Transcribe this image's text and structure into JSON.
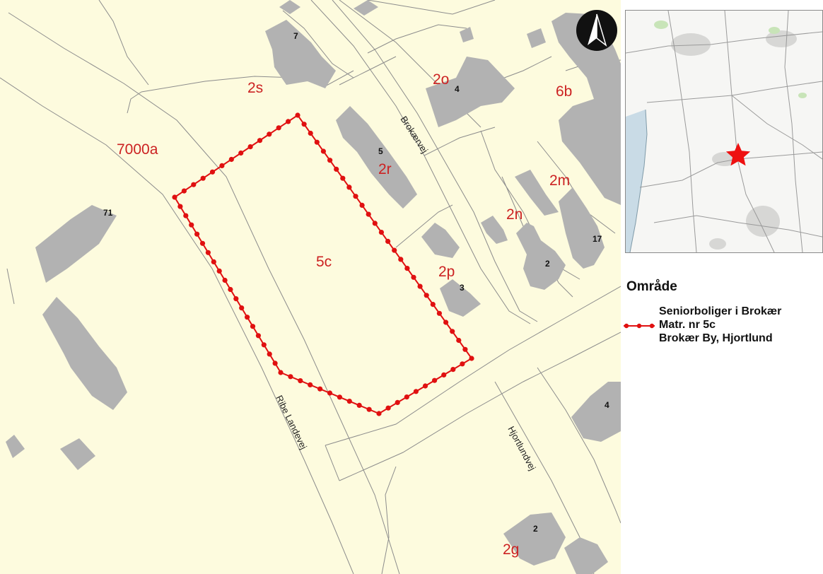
{
  "map": {
    "colors": {
      "parcel_fill": "#fdfbde",
      "building": "#b2b2b2",
      "line": "#8c8c8c",
      "parcel_label": "#cc2222",
      "boundary": "#e01010"
    },
    "parcel_labels": [
      "2s",
      "2o",
      "6b",
      "7000a",
      "2r",
      "2m",
      "2n",
      "5c",
      "2p",
      "2g"
    ],
    "house_numbers": [
      "7",
      "4",
      "5",
      "71",
      "17",
      "2",
      "3",
      "4",
      "2"
    ],
    "street_names": [
      "Brokærvej",
      "Ribe Landevej",
      "Hjortlundvej"
    ],
    "north_arrow_icon": "north-arrow-icon"
  },
  "inset": {
    "marker_icon": "star-icon",
    "marker_color": "#ee1111",
    "water_color": "#c9dbe6"
  },
  "legend": {
    "title": "Område",
    "lines": [
      "Seniorboliger i Brokær",
      "Matr. nr 5c",
      "Brokær By, Hjortlund"
    ],
    "symbol_icon": "dotted-line-icon"
  }
}
